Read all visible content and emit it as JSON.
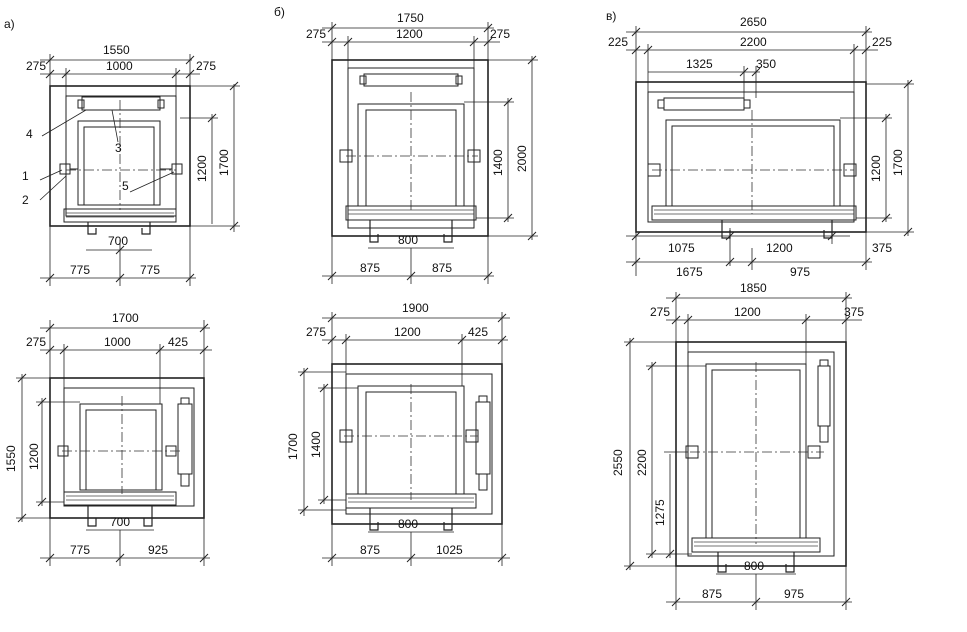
{
  "panel_labels": {
    "a": "а)",
    "b": "б)",
    "v": "в)"
  },
  "callouts": [
    "4",
    "3",
    "1",
    "5",
    "2"
  ],
  "dimensions": {
    "a1": {
      "top_total": "1550",
      "top_inner": "1000",
      "top_left": "275",
      "top_right": "275",
      "right_inner": "1200",
      "right_total": "1700",
      "door": "700",
      "bottom_left": "775",
      "bottom_right": "775"
    },
    "a2": {
      "top_total": "1700",
      "top_inner": "1000",
      "top_left": "275",
      "top_right": "425",
      "left_total": "1550",
      "left_inner": "1200",
      "door": "700",
      "bottom_left": "775",
      "bottom_right": "925"
    },
    "b1": {
      "top_total": "1750",
      "top_inner": "1200",
      "top_left": "275",
      "top_right": "275",
      "right_inner": "1400",
      "right_total": "2000",
      "door": "800",
      "bottom_left": "875",
      "bottom_right": "875"
    },
    "b2": {
      "top_total": "1900",
      "top_inner": "1200",
      "top_left": "275",
      "top_right": "425",
      "left_total": "1700",
      "left_inner": "1400",
      "door": "800",
      "bottom_left": "875",
      "bottom_right": "1025"
    },
    "v1": {
      "top_total": "2650",
      "top_inner": "2200",
      "top_left": "225",
      "top_right": "225",
      "top_sub_left": "1325",
      "top_sub_right": "350",
      "right_inner": "1200",
      "right_total": "1700",
      "bottom_left": "1075",
      "bottom_mid": "1200",
      "bottom_right": "375",
      "bottom2_left": "1675",
      "bottom2_right": "975"
    },
    "v2": {
      "top_total": "1850",
      "top_inner": "1200",
      "top_left": "275",
      "top_right": "375",
      "left_total": "2550",
      "left_inner": "2200",
      "left_lower": "1275",
      "door": "800",
      "bottom_left": "875",
      "bottom_right": "975"
    }
  }
}
